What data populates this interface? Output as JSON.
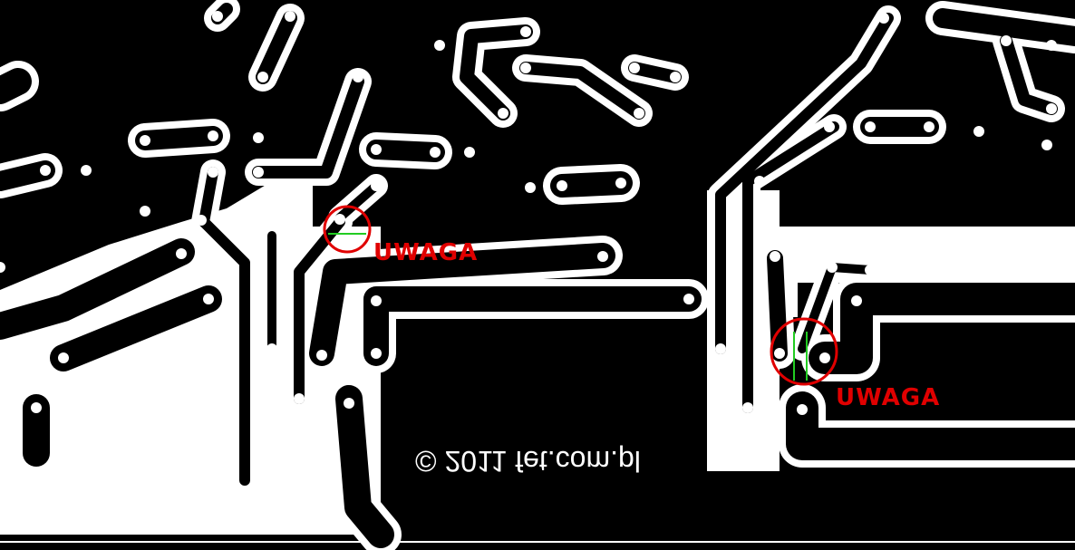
{
  "board": {
    "copyright": "© 2011 fet.com.pl",
    "warnings": [
      "UWAGA",
      "UWAGA"
    ],
    "colors": {
      "copper": "#000000",
      "isolation": "#ffffff",
      "warning": "#e00000",
      "marker": "#22cc22"
    }
  }
}
